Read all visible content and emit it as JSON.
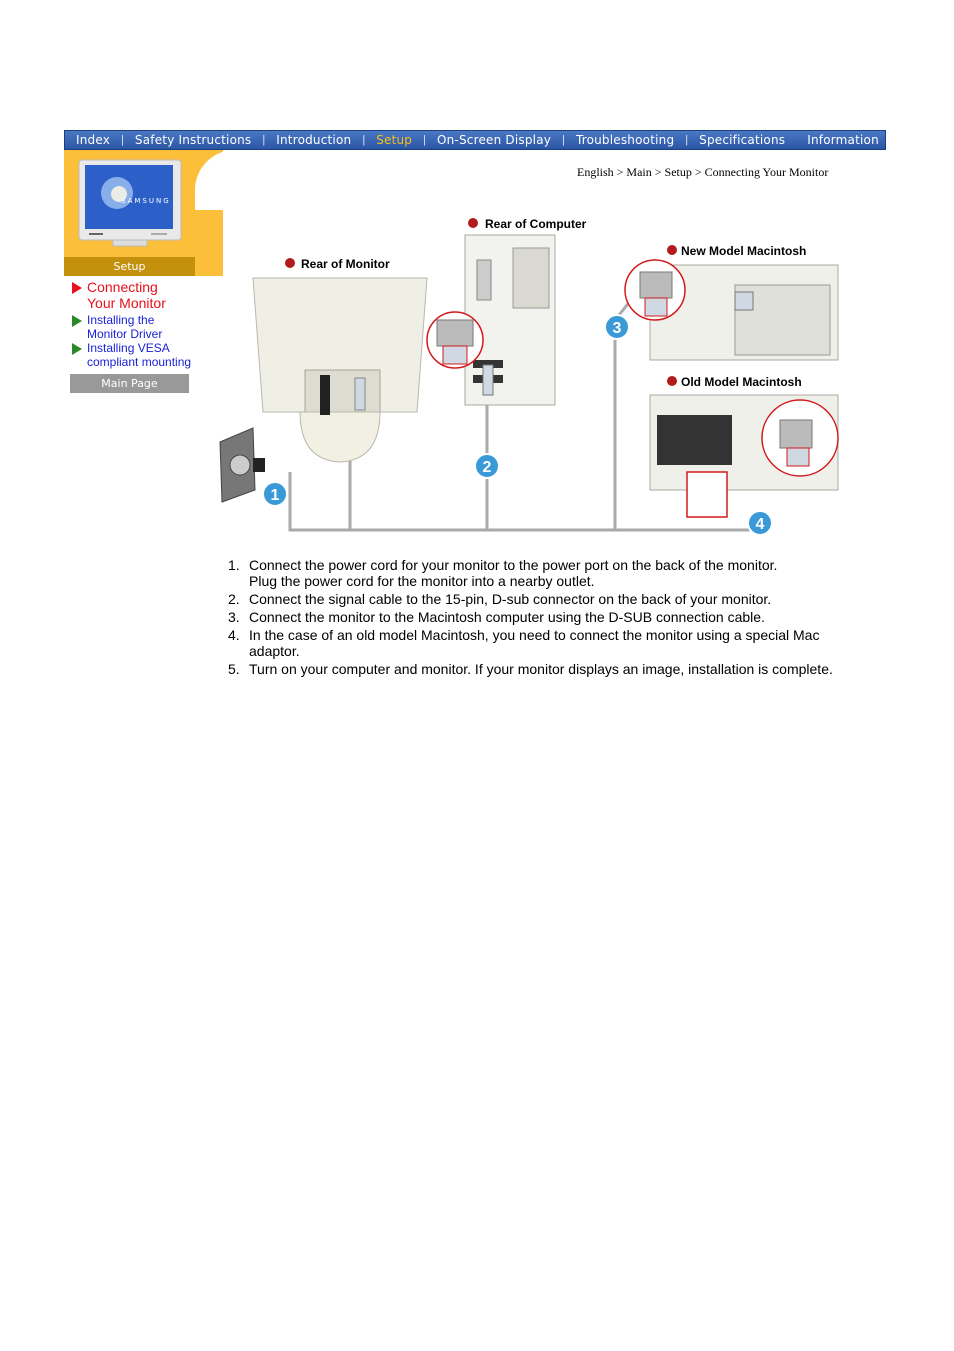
{
  "nav": {
    "items": [
      "Index",
      "Safety Instructions",
      "Introduction",
      "Setup",
      "On-Screen Display",
      "Troubleshooting",
      "Specifications",
      "Information"
    ],
    "active": "Setup"
  },
  "sidebar": {
    "section_label": "Setup",
    "monitor_brand": "SAMSUNG",
    "links": [
      {
        "label_line1": "Connecting",
        "label_line2": "Your Monitor",
        "current": true
      },
      {
        "label_line1": "Installing the",
        "label_line2": "Monitor Driver",
        "current": false
      },
      {
        "label_line1": "Installing VESA",
        "label_line2": "compliant mounting",
        "current": false
      }
    ],
    "main_page_button": "Main Page"
  },
  "breadcrumb": "English > Main > Setup > Connecting Your Monitor",
  "diagram": {
    "labels": {
      "rear_monitor": "Rear of Monitor",
      "rear_computer": "Rear of Computer",
      "new_mac": "New Model Macintosh",
      "old_mac": "Old Model Macintosh"
    },
    "callouts": [
      "1",
      "2",
      "3",
      "4"
    ]
  },
  "steps": [
    {
      "num": "1.",
      "line1": "Connect the power cord for your monitor to the power port on the back of the monitor.",
      "line2": "Plug the power cord for the monitor into a nearby outlet."
    },
    {
      "num": "2.",
      "line1": "Connect the signal cable to the 15-pin, D-sub connector on the back of your monitor.",
      "line2": ""
    },
    {
      "num": "3.",
      "line1": "Connect the monitor to the Macintosh computer using the D-SUB connection cable.",
      "line2": ""
    },
    {
      "num": "4.",
      "line1": "In the case of an old model Macintosh, you need to connect the monitor using a special Mac",
      "line2": "adaptor."
    },
    {
      "num": "5.",
      "line1": "Turn on your computer and monitor. If your monitor displays an image, installation is complete.",
      "line2": ""
    }
  ],
  "colors": {
    "nav_bg": "#2b56a6",
    "nav_active": "#f5c01a",
    "sidebar_bg": "#fbbf3a",
    "section_bar": "#c4910f",
    "current_link": "#e8111b",
    "other_link": "#1a22d6",
    "callout": "#3a9ad8"
  }
}
